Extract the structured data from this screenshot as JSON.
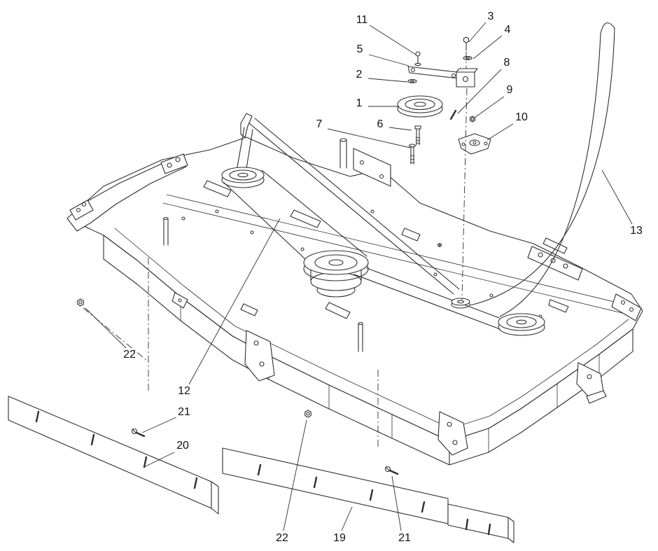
{
  "figure": {
    "bg": "#ffffff",
    "ink": "#2f2f2f"
  },
  "callouts": [
    {
      "label": "11"
    },
    {
      "label": "3"
    },
    {
      "label": "4"
    },
    {
      "label": "5"
    },
    {
      "label": "2"
    },
    {
      "label": "8"
    },
    {
      "label": "1"
    },
    {
      "label": "9"
    },
    {
      "label": "6"
    },
    {
      "label": "10"
    },
    {
      "label": "7"
    },
    {
      "label": "13"
    },
    {
      "label": "22"
    },
    {
      "label": "12"
    },
    {
      "label": "21"
    },
    {
      "label": "20"
    },
    {
      "label": "22"
    },
    {
      "label": "19"
    },
    {
      "label": "21"
    }
  ]
}
